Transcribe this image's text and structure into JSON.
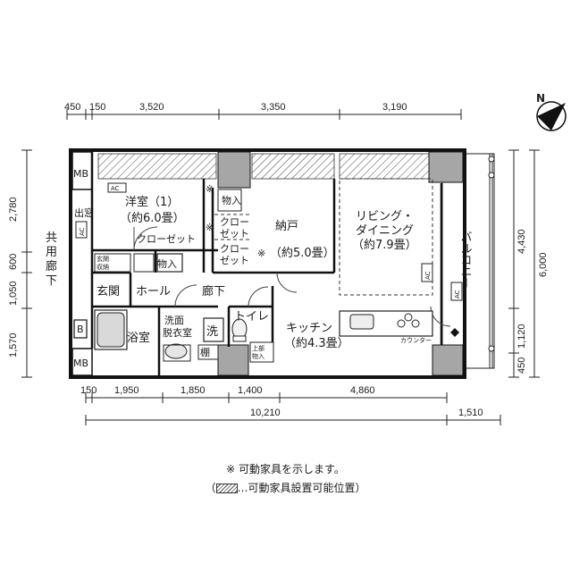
{
  "compass": {
    "north": "N"
  },
  "dimensions": {
    "top": [
      "450",
      "150",
      "3,520",
      "3,350",
      "3,190"
    ],
    "bottom_row1": [
      "150",
      "1,950",
      "1,850",
      "1,400",
      "4,860"
    ],
    "bottom_row2": [
      "10,210",
      "1,510"
    ],
    "left": [
      "2,780",
      "600",
      "1,050",
      "1,570"
    ],
    "right_inner": [
      "4,430",
      "1,120",
      "450"
    ],
    "right_outer": "6,000"
  },
  "rooms": {
    "western_room": {
      "name": "洋室（1）",
      "size": "（約6.0畳）"
    },
    "storage_room": {
      "name": "納戸",
      "size": "（約5.0畳）"
    },
    "living": {
      "name1": "リビング・",
      "name2": "ダイニング",
      "size": "（約7.9畳）"
    },
    "kitchen": {
      "name": "キッチン",
      "size": "（約4.3畳）"
    },
    "balcony": "バルコニー",
    "common_corridor": [
      "共",
      "用",
      "廊",
      "下"
    ],
    "entrance": "玄関",
    "hall": "ホール",
    "corridor": "廊下",
    "toilet": "トイレ",
    "bath": "浴室",
    "washroom": [
      "洗面",
      "脱衣室"
    ],
    "washer": "洗",
    "shelf": "棚"
  },
  "labels": {
    "closet": "クローゼット",
    "storage": "物入",
    "closet_split": [
      "クロー",
      "ゼット"
    ],
    "entrance_storage": [
      "玄関",
      "収納"
    ],
    "upper_storage": [
      "上部",
      "物入"
    ],
    "counter": "カウンター",
    "ac": "AC",
    "mb": "MB",
    "b": "B",
    "window": "出窓",
    "movable_mark": "※"
  },
  "notes": {
    "line1": "※ 可動家具を示します。",
    "legend_open": "（",
    "legend_text": "…可動家具設置可能位置）"
  }
}
